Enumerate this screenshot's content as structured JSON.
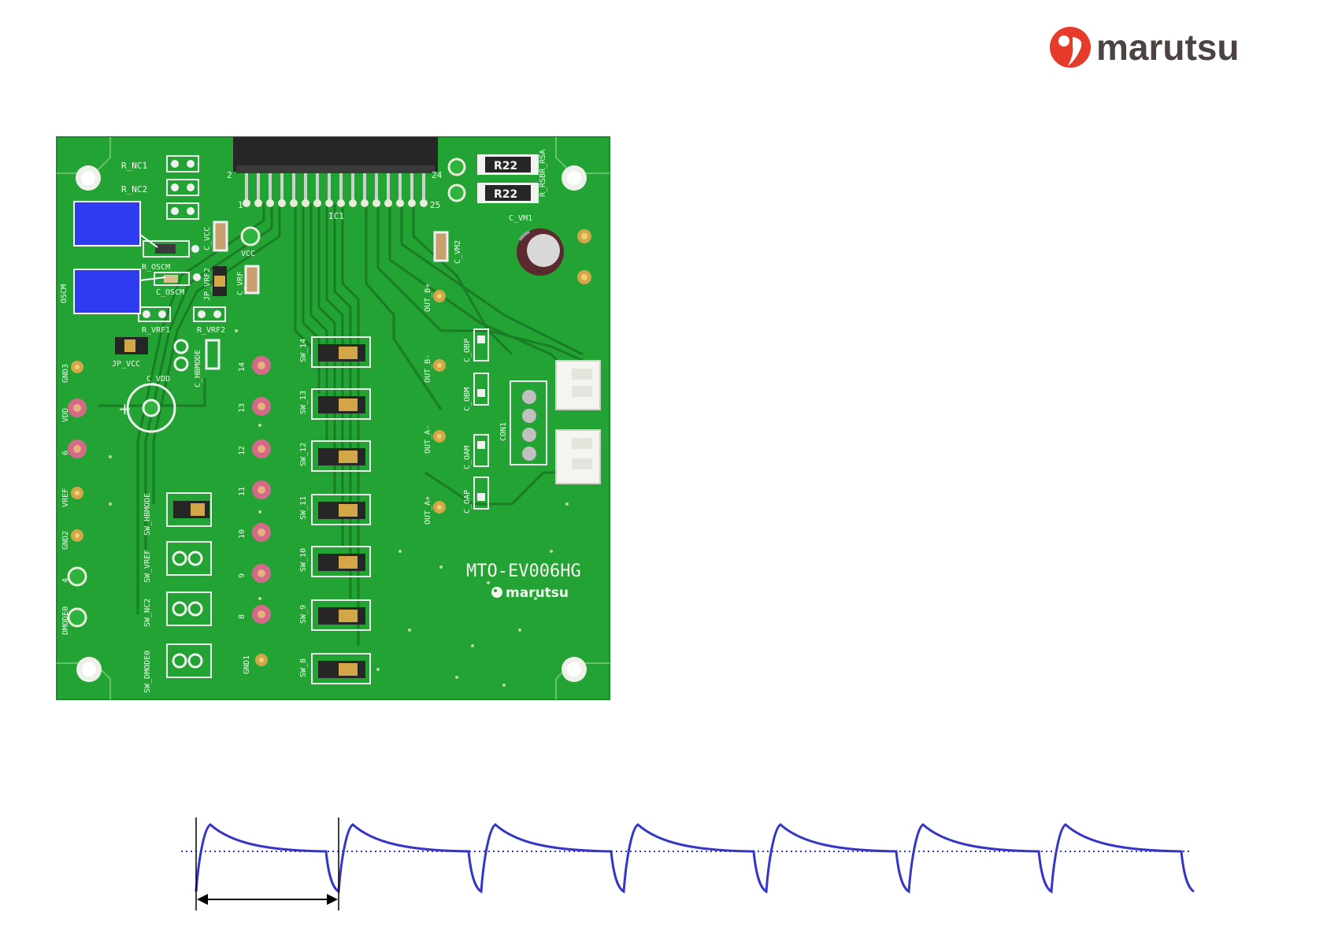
{
  "brand": {
    "logo_text": "marutsu"
  },
  "board": {
    "model": "MTO-EV006HG",
    "maker": "marutsu",
    "connector_pins": {
      "tl": "2",
      "tr": "24",
      "bl": "1",
      "br": "25"
    },
    "ic_label": "IC1",
    "resistor_value": "R22",
    "labels_top": [
      "R_NC1",
      "R_NC2"
    ],
    "osc_labels": {
      "r": "R_OSCM",
      "c": "C_OSCM",
      "pin": "OSCM"
    },
    "cap_labels": {
      "cvcc": "C_VCC",
      "cvrf": "C_VRF",
      "jpvrf2": "JP_VRF2",
      "vcc": "VCC",
      "cvm2": "C_VM2",
      "cvm1": "C_VM1",
      "rrsb": "R_RSBR_RSA"
    },
    "res_labels": [
      "R_VRF1",
      "R_VRF2"
    ],
    "misc_labels": {
      "jpvcc": "JP_VCC",
      "cvdd": "C_VDD",
      "chbmode": "C_HBMODE",
      "con1": "CON1",
      "gnd1": "GND1"
    },
    "left_pins": [
      "GND3",
      "VDD",
      "6",
      "VREF",
      "GND2",
      "4",
      "DMODE0"
    ],
    "mid_pins": [
      "14",
      "13",
      "12",
      "11",
      "10",
      "9",
      "8"
    ],
    "sw_labels": [
      "SW_14",
      "SW_13",
      "SW_12",
      "SW_11",
      "SW_10",
      "SW_9",
      "SW_8"
    ],
    "left_sw_labels": [
      "SW_HBMODE",
      "SW_VREF",
      "SW_NC2",
      "SW_DMODE0"
    ],
    "out_labels": [
      "OUT_B+",
      "OUT_B-",
      "OUT_A-",
      "OUT_A+"
    ],
    "cap_out_labels": [
      "C_OBP",
      "C_OBM",
      "C_OAM",
      "C_OAP"
    ]
  },
  "callouts": [
    {
      "name": "callout-box-1",
      "color": "#2d3cf0"
    },
    {
      "name": "callout-box-2",
      "color": "#2d3cf0"
    }
  ],
  "waveform": {
    "color": "#3535c8",
    "pulse_count": 7,
    "baseline_style": "dotted"
  }
}
